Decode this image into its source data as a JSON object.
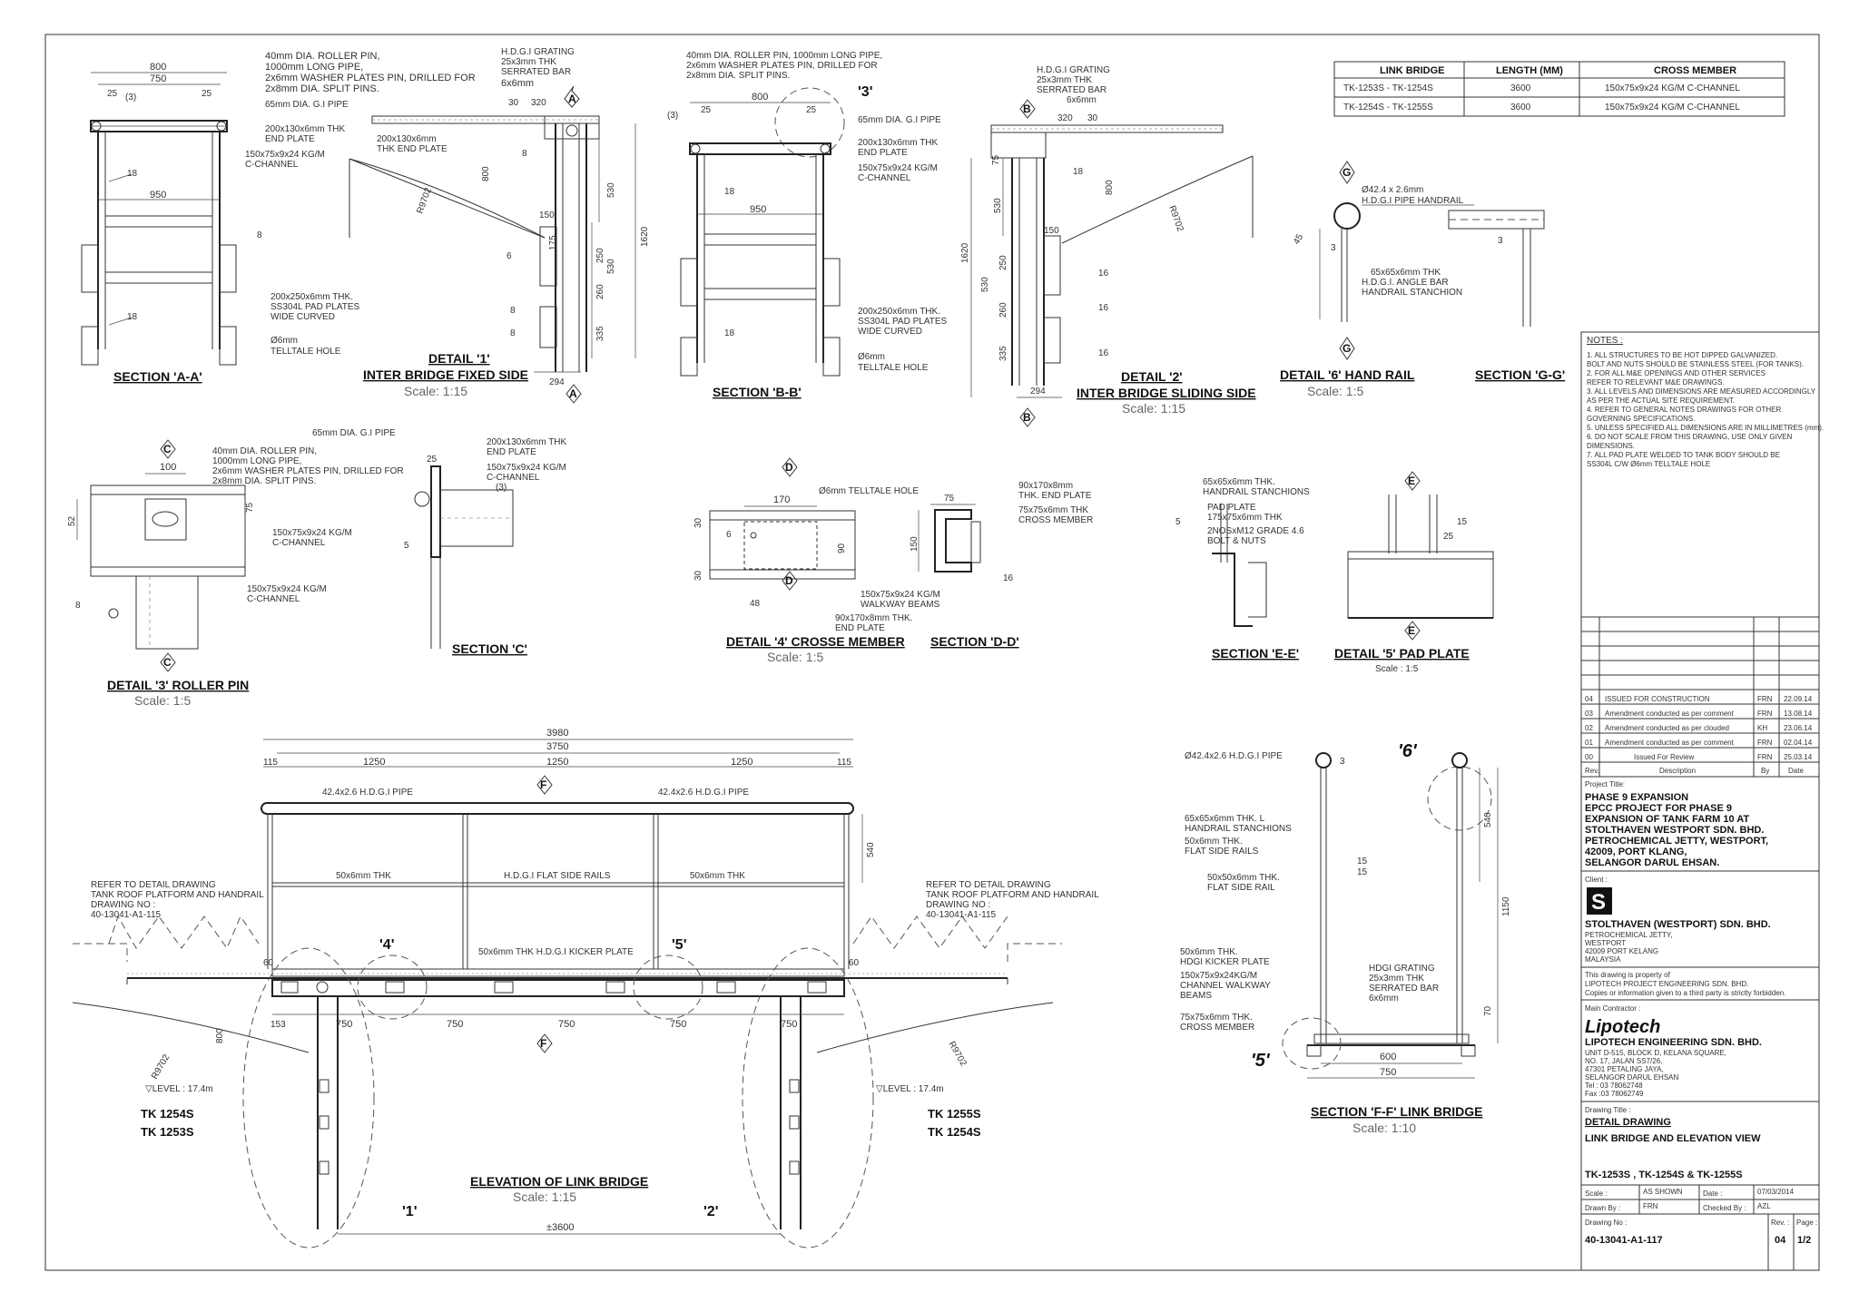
{
  "schedule": {
    "headers": [
      "LINK BRIDGE",
      "LENGTH (MM)",
      "CROSS MEMBER"
    ],
    "rows": [
      [
        "TK-1253S - TK-1254S",
        "3600",
        "150x75x9x24 KG/M C-CHANNEL"
      ],
      [
        "TK-1254S - TK-1255S",
        "3600",
        "150x75x9x24 KG/M C-CHANNEL"
      ]
    ]
  },
  "section_aa": {
    "title": "SECTION 'A-A'",
    "dims": [
      "800",
      "750",
      "25",
      "25",
      "950",
      "18",
      "18",
      "8"
    ],
    "weld": "(3)",
    "notes": [
      "40mm DIA. ROLLER PIN,",
      "1000mm LONG PIPE,",
      "2x6mm WASHER PLATES PIN, DRILLED FOR",
      "2x8mm DIA. SPLIT PINS.",
      "65mm DIA. G.I PIPE",
      "200x130x6mm THK",
      "END PLATE",
      "150x75x9x24 KG/M",
      "C-CHANNEL",
      "200x250x6mm THK.",
      "SS304L PAD PLATES",
      "WIDE CURVED",
      "Ø6mm",
      "TELLTALE HOLE"
    ]
  },
  "detail1": {
    "title": "DETAIL '1'",
    "subtitle": "INTER BRIDGE FIXED SIDE",
    "scale": "Scale:  1:15",
    "notes": [
      "H.D.G.I GRATING",
      "25x3mm THK",
      "SERRATED BAR",
      "6x6mm",
      "200x130x6mm",
      "THK END PLATE"
    ],
    "dims": [
      "30",
      "320",
      "R9702",
      "800",
      "150",
      "530",
      "175",
      "250",
      "530",
      "260",
      "335",
      "1620",
      "294",
      "8",
      "6",
      "8",
      "8"
    ],
    "bubble": "A"
  },
  "section_bb": {
    "title": "SECTION 'B-B'",
    "tag": "'3'",
    "dims": [
      "800",
      "25",
      "25",
      "950",
      "18",
      "18",
      "(3)"
    ],
    "notes": [
      "40mm DIA. ROLLER PIN, 1000mm LONG PIPE,",
      "2x6mm WASHER PLATES PIN, DRILLED FOR",
      "2x8mm DIA. SPLIT PINS.",
      "65mm DIA. G.I PIPE",
      "200x130x6mm THK",
      "END PLATE",
      "150x75x9x24 KG/M",
      "C-CHANNEL",
      "200x250x6mm THK.",
      "SS304L PAD PLATES",
      "WIDE CURVED",
      "Ø6mm",
      "TELLTALE HOLE"
    ]
  },
  "detail2": {
    "title": "DETAIL '2'",
    "subtitle": "INTER BRIDGE SLIDING SIDE",
    "scale": "Scale:  1:15",
    "notes": [
      "H.D.G.I GRATING",
      "25x3mm THK",
      "SERRATED BAR",
      "6x6mm"
    ],
    "dims": [
      "320",
      "30",
      "75",
      "530",
      "150",
      "250",
      "1620",
      "530",
      "260",
      "335",
      "294",
      "R9702",
      "800",
      "18",
      "16",
      "16",
      "16"
    ],
    "bubble": "B"
  },
  "detail6": {
    "title": "DETAIL '6' HAND RAIL",
    "scale": "Scale:  1:5",
    "notes": [
      "Ø42.4 x 2.6mm",
      "H.D.G.I PIPE HANDRAIL",
      "65x65x6mm THK",
      "H.D.G.I. ANGLE BAR",
      "HANDRAIL STANCHION"
    ],
    "dims": [
      "45",
      "3"
    ],
    "bubble": "G"
  },
  "section_gg": {
    "title": "SECTION 'G-G'",
    "dims": [
      "3"
    ]
  },
  "notes": {
    "heading": "NOTES :",
    "items": [
      "1. ALL STRUCTURES TO BE HOT DIPPED GALVANIZED.",
      "    BOLT AND NUTS SHOULD BE STAINLESS STEEL (FOR TANKS).",
      "2. FOR ALL M&E OPENINGS AND OTHER SERVICES",
      "    REFER TO RELEVANT M&E DRAWINGS.",
      "3. ALL LEVELS AND DIMENSIONS ARE MEASURED ACCORDINGLY",
      "    AS PER THE ACTUAL SITE REQUIREMENT.",
      "4. REFER TO GENERAL NOTES DRAWINGS FOR OTHER",
      "    GOVERNING SPECIFICATIONS.",
      "5. UNLESS SPECIFIED ALL DIMENSIONS ARE IN MILLIMETRES (mm).",
      "6. DO NOT SCALE FROM THIS DRAWING, USE ONLY GIVEN",
      "    DIMENSIONS.",
      "7. ALL PAD PLATE WELDED TO TANK BODY SHOULD BE",
      "    SS304L C/W Ø6mm TELLTALE HOLE"
    ]
  },
  "detail3": {
    "title": "DETAIL '3' ROLLER PIN",
    "scale": "Scale:  1:5",
    "dims": [
      "100",
      "52",
      "75",
      "8"
    ],
    "notes": [
      "40mm DIA. ROLLER PIN,",
      "1000mm LONG PIPE,",
      "2x6mm WASHER PLATES PIN, DRILLED FOR",
      "2x8mm DIA. SPLIT PINS.",
      "150x75x9x24  KG/M",
      "C-CHANNEL",
      "150x75x9x24  KG/M",
      "C-CHANNEL"
    ],
    "bubble": "C"
  },
  "section_c": {
    "title": "SECTION 'C'",
    "notes": [
      "65mm DIA. G.I PIPE",
      "200x130x6mm THK",
      "END PLATE",
      "150x75x9x24  KG/M",
      "C-CHANNEL",
      "(3)"
    ],
    "dims": [
      "25",
      "5"
    ]
  },
  "detail4": {
    "title": "DETAIL '4' CROSSE MEMBER",
    "scale": "Scale:  1:5",
    "notes": [
      "Ø6mm TELLTALE HOLE",
      "150x75x9x24  KG/M",
      "WALKWAY BEAMS",
      "90x170x8mm THK.",
      "END PLATE"
    ],
    "dims": [
      "170",
      "30",
      "30",
      "6",
      "90",
      "48"
    ],
    "bubble": "D"
  },
  "section_dd": {
    "title": "SECTION 'D-D'",
    "notes": [
      "90x170x8mm",
      "THK. END PLATE",
      "75x75x6mm THK",
      "CROSS MEMBER"
    ],
    "dims": [
      "75",
      "150",
      "16"
    ]
  },
  "section_ee": {
    "title": "SECTION 'E-E'",
    "notes": [
      "65x65x6mm THK.",
      "HANDRAIL STANCHIONS",
      "PAD PLATE",
      "175x75x6mm THK",
      "2NOSxM12 GRADE 4.6",
      "BOLT & NUTS"
    ],
    "dims": [
      "5"
    ]
  },
  "detail5": {
    "title": "DETAIL '5' PAD PLATE",
    "scale": "Scale : 1:5",
    "dims": [
      "15",
      "25"
    ],
    "bubble": "E"
  },
  "elevation": {
    "title": "ELEVATION OF  LINK BRIDGE",
    "scale": "Scale:  1:15",
    "dims_top": [
      "3980",
      "3750",
      "115",
      "1250",
      "1250",
      "1250",
      "115"
    ],
    "pipe_labels": [
      "42.4x2.6 H.D.G.I PIPE",
      "42.4x2.6 H.D.G.I PIPE"
    ],
    "rail_labels": [
      "50x6mm THK",
      "H.D.G.I FLAT SIDE RAILS",
      "50x6mm THK"
    ],
    "kicker": "50x6mm THK H.D.G.I KICKER PLATE",
    "dims_bottom": [
      "153",
      "750",
      "750",
      "750",
      "750",
      "750"
    ],
    "dim_540": "540",
    "dim_60a": "60",
    "dim_60b": "60",
    "dim_800": "800",
    "r_left": "R9702",
    "r_right": "R9702",
    "span": "±3600",
    "tags": [
      "'4'",
      "'5'",
      "'1'",
      "'2'"
    ],
    "bubble": "F",
    "ref_left": [
      "REFER TO DETAIL DRAWING",
      "TANK ROOF PLATFORM AND HANDRAIL",
      "DRAWING NO :",
      "40-13041-A1-115"
    ],
    "ref_right": [
      "REFER TO DETAIL DRAWING",
      "TANK ROOF PLATFORM AND HANDRAIL",
      "DRAWING NO :",
      "40-13041-A1-115"
    ],
    "level_left": "▽LEVEL : 17.4m",
    "level_right": "▽LEVEL : 17.4m",
    "tanks_left": [
      "TK 1254S",
      "TK 1253S"
    ],
    "tanks_right": [
      "TK 1255S",
      "TK 1254S"
    ]
  },
  "section_ff": {
    "title": "SECTION 'F-F'  LINK BRIDGE",
    "scale": "Scale:  1:10",
    "tag6": "'6'",
    "tag5": "'5'",
    "notes": [
      "Ø42.4x2.6 H.D.G.I PIPE",
      "65x65x6mm THK. L",
      "HANDRAIL STANCHIONS",
      "50x6mm THK.",
      "FLAT SIDE RAILS",
      "50x50x6mm THK.",
      "FLAT SIDE RAIL",
      "50x6mm THK.",
      "HDGI KICKER PLATE",
      "150x75x9x24KG/M",
      "CHANNEL WALKWAY",
      "BEAMS",
      "75x75x6mm THK.",
      "CROSS MEMBER",
      "HDGI GRATING",
      "25x3mm THK",
      "SERRATED BAR",
      "6x6mm"
    ],
    "dims": [
      "540",
      "1150",
      "600",
      "750",
      "70",
      "15",
      "15",
      "3"
    ]
  },
  "title_block": {
    "revisions": [
      {
        "rev": "04",
        "desc": "ISSUED FOR CONSTRUCTION",
        "by": "FRN",
        "date": "22.09.14"
      },
      {
        "rev": "03",
        "desc": "Amendment conducted as per comment",
        "by": "FRN",
        "date": "13.08.14"
      },
      {
        "rev": "02",
        "desc": "Amendment conducted as per clouded",
        "by": "KH",
        "date": "23.06.14"
      },
      {
        "rev": "01",
        "desc": "Amendment conducted as per comment",
        "by": "FRN",
        "date": "02.04.14"
      },
      {
        "rev": "00",
        "desc": "Issued For Review",
        "by": "FRN",
        "date": "25.03.14"
      }
    ],
    "rev_header": [
      "Rev.",
      "Description",
      "By",
      "Date"
    ],
    "project_label": "Project Title:",
    "project_lines": [
      "PHASE 9 EXPANSION",
      "EPCC PROJECT FOR PHASE 9",
      "EXPANSION OF TANK FARM 10 AT",
      "STOLTHAVEN WESTPORT SDN. BHD.",
      "PETROCHEMICAL JETTY, WESTPORT,",
      "42009, PORT KLANG,",
      "SELANGOR DARUL EHSAN."
    ],
    "client_label": "Client :",
    "client_logo": "S",
    "client_name": "STOLTHAVEN (WESTPORT) SDN. BHD.",
    "client_address": [
      "PETROCHEMICAL JETTY,",
      "WESTPORT",
      "42009 PORT KELANG",
      "MALAYSIA"
    ],
    "property": [
      "This drawing is property of",
      "LIPOTECH PROJECT ENGINEERING SDN. BHD.",
      "Copies or information given to a third party is strictly forbidden."
    ],
    "contractor_label": "Main Contractor :",
    "contractor_logo": "Lipotech",
    "contractor_name": "LIPOTECH ENGINEERING SDN. BHD.",
    "contractor_address": [
      "UNIT D-515, BLOCK D, KELANA SQUARE,",
      "NO. 17, JALAN SS7/26,",
      "47301 PETALING JAYA,",
      "SELANGOR DARUL EHSAN",
      "Tel : 03 78062748",
      "Fax :03 78062749"
    ],
    "drawing_title_label": "Drawing Title :",
    "drawing_title": [
      "DETAIL DRAWING",
      "LINK BRIDGE AND ELEVATION VIEW"
    ],
    "tanks": "TK-1253S , TK-1254S & TK-1255S",
    "scale_label": "Scale :",
    "scale": "AS SHOWN",
    "date_label": "Date :",
    "date": "07/03/2014",
    "drawn_label": "Drawn By :",
    "drawn": "FRN",
    "checked_label": "Checked By :",
    "checked": "AZL",
    "drawing_no_label": "Drawing No :",
    "drawing_no": "40-13041-A1-117",
    "rev_label": "Rev. :",
    "rev": "04",
    "page_label": "Page :",
    "page": "1/2"
  }
}
